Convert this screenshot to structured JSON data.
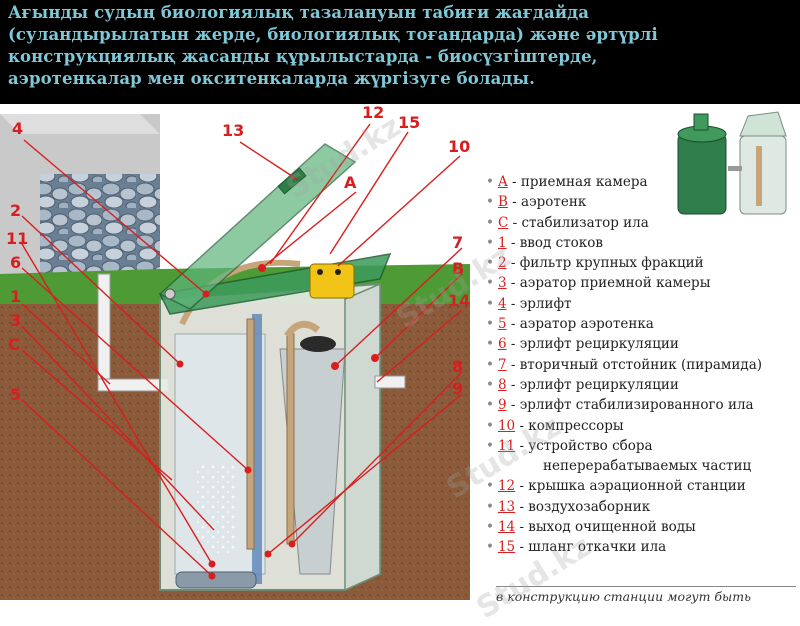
{
  "title": {
    "line1": "Ағынды судың биологиялық тазалануын табиғи жағдайда",
    "line2": "(суландырылатын жерде, биологиялық тоғандарда) және әртүрлі",
    "line3": "конструкциялық жасанды құрылыстарда - биосүзгіштерде,",
    "line4": "аэротенкалар мен окситенкаларда жүргізуге болады."
  },
  "diagram_labels": {
    "l4": "4",
    "l13": "13",
    "l12": "12",
    "l15": "15",
    "l10": "10",
    "lA": "A",
    "l2": "2",
    "l11": "11",
    "l6": "6",
    "l1": "1",
    "l3": "3",
    "lC": "C",
    "l5": "5",
    "l7": "7",
    "lB": "B",
    "l14": "14",
    "l8": "8",
    "l9": "9"
  },
  "legend": [
    {
      "code": "A",
      "text": " - приемная камера"
    },
    {
      "code": "B",
      "text": " - аэротенк"
    },
    {
      "code": "C",
      "text": " - стабилизатор ила"
    },
    {
      "code": "1",
      "text": " - ввод стоков"
    },
    {
      "code": "2",
      "text": " - фильтр крупных фракций"
    },
    {
      "code": "3",
      "text": " - аэратор приемной камеры"
    },
    {
      "code": "4",
      "text": " - эрлифт"
    },
    {
      "code": "5",
      "text": " - аэратор аэротенка"
    },
    {
      "code": "6",
      "text": " - эрлифт рециркуляции"
    },
    {
      "code": "7",
      "text": " - вторичный отстойник (пирамида)"
    },
    {
      "code": "8",
      "text": " - эрлифт рециркуляции"
    },
    {
      "code": "9",
      "text": " - эрлифт стабилизированного ила"
    },
    {
      "code": "10",
      "text": " - компрессоры"
    },
    {
      "code": "11",
      "text": " - устройство сбора",
      "cont": "неперерабатываемых частиц"
    },
    {
      "code": "12",
      "text": " - крышка аэрационной станции"
    },
    {
      "code": "13",
      "text": " - воздухозаборник"
    },
    {
      "code": "14",
      "text": " - выход очищенной воды"
    },
    {
      "code": "15",
      "text": " - шланг откачки ила"
    }
  ],
  "footer": "в конструкцию станции могут быть",
  "watermark": "Stud.kz",
  "colors": {
    "label": "#d81e1e",
    "title": "#7fc8d8",
    "grass": "#4e9a35",
    "soil": "#8a5a3a",
    "tank": "#2e7d4a"
  }
}
